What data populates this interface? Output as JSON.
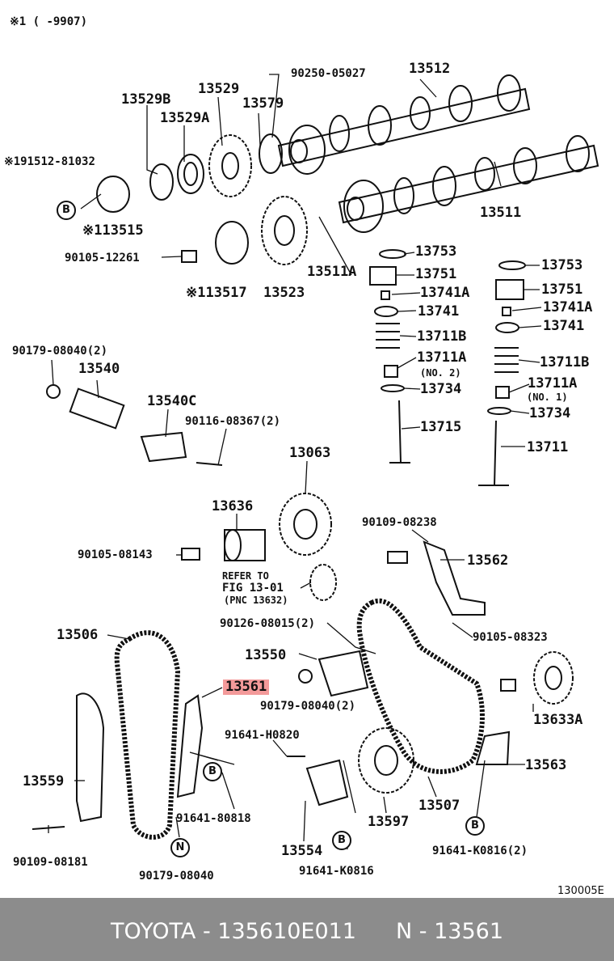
{
  "header": {
    "note": "※1  (     -9907)"
  },
  "figure_code": "130005E",
  "callouts": {
    "c_90250_05027": "90250-05027",
    "c_13512": "13512",
    "c_13529": "13529",
    "c_13529B": "13529B",
    "c_13579": "13579",
    "c_13529A": "13529A",
    "c_191512_81032": "※191512-81032",
    "c_113515": "※113515",
    "c_13511": "13511",
    "c_90105_12261": "90105-12261",
    "c_13753a": "13753",
    "c_13753b": "13753",
    "c_13511A": "13511A",
    "c_13751a": "13751",
    "c_13751b": "13751",
    "c_113517": "※113517",
    "c_13523": "13523",
    "c_13741Aa": "13741A",
    "c_13741Ab": "13741A",
    "c_13741a": "13741",
    "c_13741b": "13741",
    "c_13711Ba": "13711B",
    "c_13711Bb": "13711B",
    "c_90179_08040_2a": "90179-08040(2)",
    "c_13711Aa": "13711A",
    "c_no2": "(NO. 2)",
    "c_13711Ab": "13711A",
    "c_no1": "(NO. 1)",
    "c_13540": "13540",
    "c_13734a": "13734",
    "c_13734b": "13734",
    "c_13540C": "13540C",
    "c_90116_08367": "90116-08367(2)",
    "c_13715": "13715",
    "c_13711": "13711",
    "c_13063": "13063",
    "c_13636": "13636",
    "c_90109_08238": "90109-08238",
    "c_90105_08143": "90105-08143",
    "c_13562": "13562",
    "c_refer1": "REFER TO",
    "c_refer2": "FIG 13-01",
    "c_refer3": "(PNC 13632)",
    "c_13506": "13506",
    "c_90126_08015": "90126-08015(2)",
    "c_90105_08323": "90105-08323",
    "c_13550": "13550",
    "c_13561": "13561",
    "c_90179_08040_2b": "90179-08040(2)",
    "c_13633A": "13633A",
    "c_91641_H0820": "91641-H0820",
    "c_13563": "13563",
    "c_13559": "13559",
    "c_13507": "13507",
    "c_91641_80818": "91641-80818",
    "c_13597": "13597",
    "c_13554": "13554",
    "c_91641_K0816_2": "91641-K0816(2)",
    "c_90109_08181": "90109-08181",
    "c_90179_08040": "90179-08040",
    "c_91641_K0816": "91641-K0816"
  },
  "markers": {
    "b": "B",
    "n": "N"
  },
  "footer": {
    "left": "TOYOTA - 135610E011",
    "right": "N - 13561"
  },
  "colors": {
    "highlight": "#f39a9a",
    "footer_bg": "#8c8c8c",
    "line": "#111111"
  }
}
